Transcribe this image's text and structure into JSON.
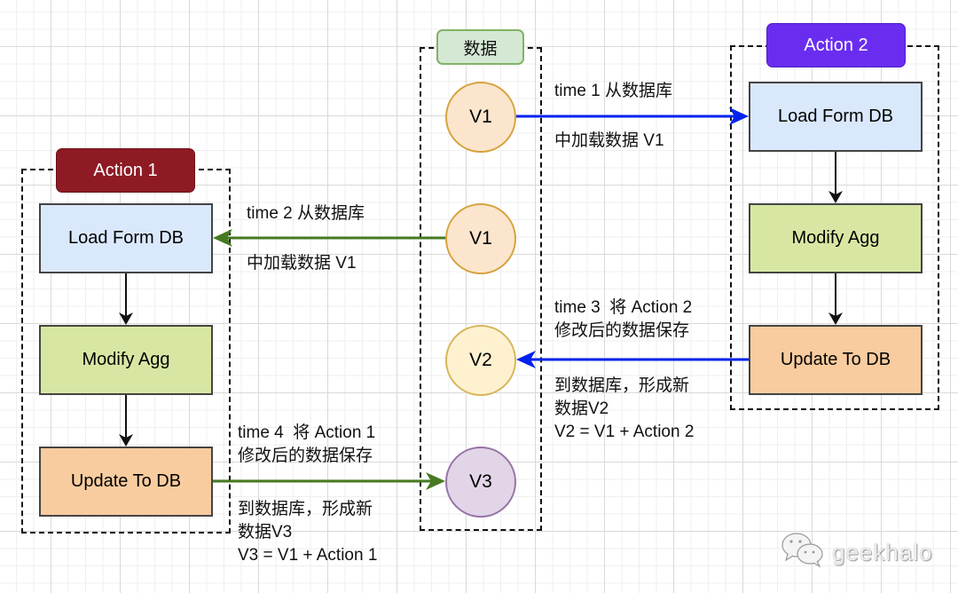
{
  "containers": {
    "action1": {
      "tag": "Action 1",
      "tag_color": "#8e1b24"
    },
    "data": {
      "tag": "数据",
      "tag_color": "#d5e8d4",
      "tag_border": "#82b366"
    },
    "action2": {
      "tag": "Action 2",
      "tag_color": "#6a2df0"
    }
  },
  "action1_steps": [
    {
      "label": "Load Form DB",
      "fill": "#dae8fc"
    },
    {
      "label": "Modify Agg",
      "fill": "#d7e7a3"
    },
    {
      "label": "Update To DB",
      "fill": "#f8cc9e"
    }
  ],
  "action2_steps": [
    {
      "label": "Load Form DB",
      "fill": "#dae8fc"
    },
    {
      "label": "Modify Agg",
      "fill": "#d7e7a3"
    },
    {
      "label": "Update To DB",
      "fill": "#f8cc9e"
    }
  ],
  "data_nodes": [
    {
      "label": "V1",
      "fill": "#fbe5cd",
      "stroke": "#d6a23c"
    },
    {
      "label": "V1",
      "fill": "#fbe5cd",
      "stroke": "#d6a23c"
    },
    {
      "label": "V2",
      "fill": "#fdf1d0",
      "stroke": "#d6b65a"
    },
    {
      "label": "V3",
      "fill": "#e1d5e7",
      "stroke": "#9673a6"
    }
  ],
  "edges": {
    "time1": {
      "above": "time 1 从数据库",
      "below": "中加载数据 V1",
      "color": "#0022ee"
    },
    "time2": {
      "above": "time 2 从数据库",
      "below": "中加载数据 V1",
      "color": "#467a21"
    },
    "time3": {
      "above": "time 3  将 Action 2\n修改后的数据保存",
      "below": "到数据库，形成新\n数据V2\nV2 = V1 + Action 2",
      "color": "#0022ee"
    },
    "time4": {
      "above": "time 4  将 Action 1\n修改后的数据保存",
      "below": "到数据库，形成新\n数据V3\nV3 = V1 + Action 1",
      "color": "#467a21"
    }
  },
  "watermark": {
    "text": "geekhalo",
    "icon": "wechat-icon"
  }
}
